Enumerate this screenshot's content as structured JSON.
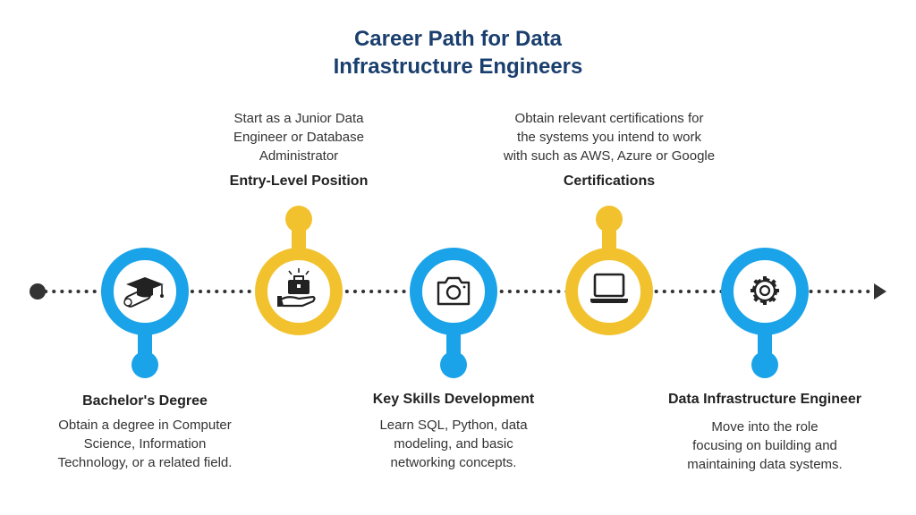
{
  "title": {
    "line1": "Career Path for Data",
    "line2": "Infrastructure Engineers"
  },
  "colors": {
    "blue": "#1aa3e8",
    "yellow": "#f2c22e",
    "title": "#1a3f6e",
    "dots": "#333333"
  },
  "steps": [
    {
      "label": "Bachelor's Degree",
      "description": [
        "Obtain a degree in Computer",
        "Science, Information",
        "Technology, or a related field."
      ],
      "icon": "graduation-cap-diploma-icon",
      "color": "blue"
    },
    {
      "label": "Entry-Level Position",
      "description": [
        "Start as a Junior Data",
        "Engineer or Database",
        "Administrator"
      ],
      "icon": "briefcase-hand-icon",
      "color": "yellow"
    },
    {
      "label": "Key Skills Development",
      "description": [
        "Learn SQL, Python, data",
        "modeling, and basic",
        "networking concepts."
      ],
      "icon": "camera-icon",
      "color": "blue"
    },
    {
      "label": "Certifications",
      "description": [
        "Obtain relevant certifications for",
        "the systems you intend to work",
        "with such as AWS, Azure or Google"
      ],
      "icon": "laptop-icon",
      "color": "yellow"
    },
    {
      "label": "Data Infrastructure Engineer",
      "description": [
        "Move into the role",
        "focusing on building and",
        "maintaining data systems."
      ],
      "icon": "gear-icon",
      "color": "blue"
    }
  ]
}
